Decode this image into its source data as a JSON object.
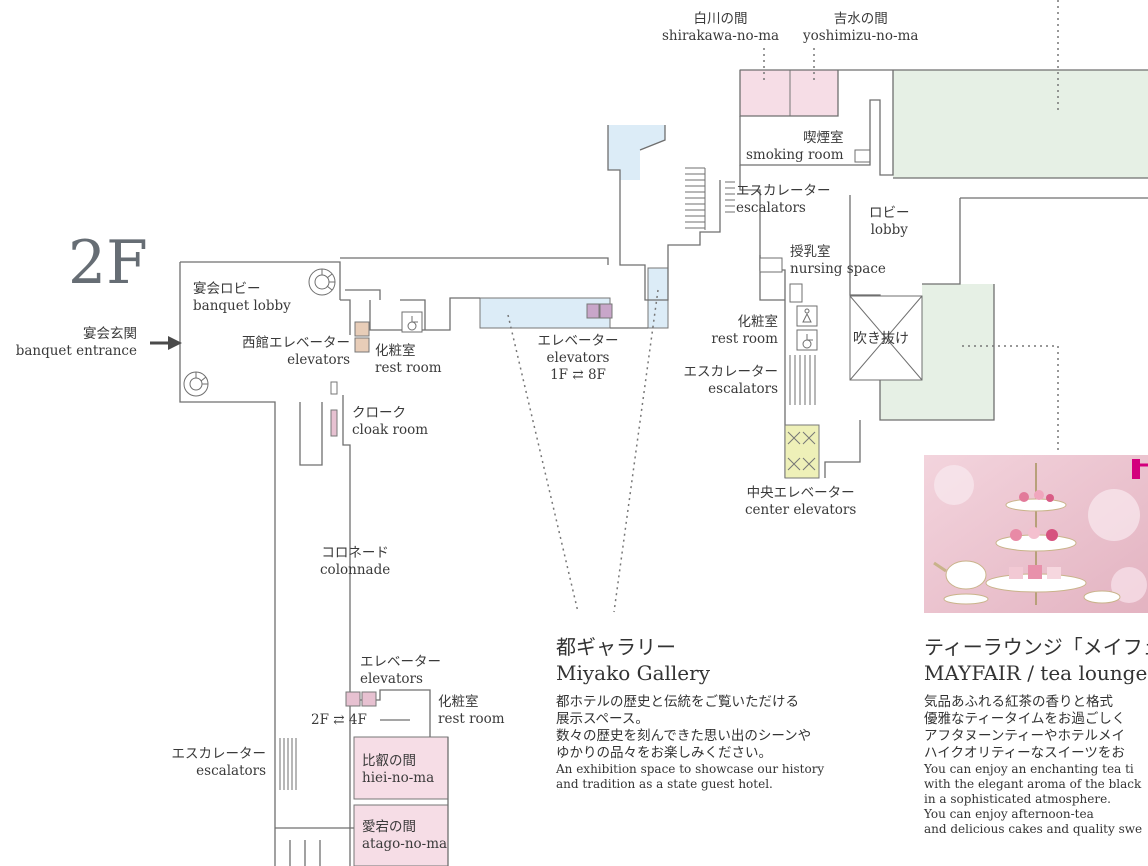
{
  "floor": "2F",
  "labels": {
    "shirakawa": {
      "jp": "白川の間",
      "en": "shirakawa-no-ma"
    },
    "yoshimizu": {
      "jp": "吉水の間",
      "en": "yoshimizu-no-ma"
    },
    "smoking": {
      "jp": "喫煙室",
      "en": "smoking room"
    },
    "escalators_top": {
      "jp": "エスカレーター",
      "en": "escalators"
    },
    "lobby": {
      "jp": "ロビー",
      "en": "lobby"
    },
    "nursing": {
      "jp": "授乳室",
      "en": "nursing space"
    },
    "banquet_lobby": {
      "jp": "宴会ロビー",
      "en": "banquet lobby"
    },
    "banquet_entrance": {
      "jp": "宴会玄関",
      "en": "banquet entrance"
    },
    "west_elevators": {
      "jp": "西館エレベーター",
      "en": "elevators"
    },
    "restroom_left": {
      "jp": "化粧室",
      "en": "rest room"
    },
    "restroom_mid": {
      "jp": "化粧室",
      "en": "rest room"
    },
    "elevators_1f8f": {
      "jp": "エレベーター",
      "en": "elevators",
      "range": "1F ⇄ 8F"
    },
    "escalators_mid": {
      "jp": "エスカレーター",
      "en": "escalators"
    },
    "atrium": {
      "jp": "吹き抜け"
    },
    "cloak": {
      "jp": "クローク",
      "en": "cloak room"
    },
    "center_elevators": {
      "jp": "中央エレベーター",
      "en": "center elevators"
    },
    "colonnade": {
      "jp": "コロネード",
      "en": "colonnade"
    },
    "elevators_2f4f": {
      "jp": "エレベーター",
      "en": "elevators",
      "range": "2F ⇄ 4F"
    },
    "restroom_bottom": {
      "jp": "化粧室",
      "en": "rest room"
    },
    "escalators_bottom": {
      "jp": "エスカレーター",
      "en": "escalators"
    },
    "hiei": {
      "jp": "比叡の間",
      "en": "hiei-no-ma"
    },
    "atago": {
      "jp": "愛宕の間",
      "en": "atago-no-ma"
    }
  },
  "gallery": {
    "title_jp": "都ギャラリー",
    "title_en": "Miyako Gallery",
    "desc_jp": [
      "都ホテルの歴史と伝統をご覧いただける",
      "展示スペース。",
      "数々の歴史を刻んできた思い出のシーンや",
      "ゆかりの品々をお楽しみください。"
    ],
    "desc_en": [
      "An exhibition space to showcase our history",
      "and tradition as a state guest hotel."
    ]
  },
  "lounge": {
    "title_jp": "ティーラウンジ「メイフェ",
    "title_en": "MAYFAIR / tea lounge",
    "desc_jp": [
      "気品あふれる紅茶の香りと格式",
      "優雅なティータイムをお過ごしく",
      "アフタヌーンティーやホテルメイ",
      "ハイクオリティーなスイーツをお"
    ],
    "desc_en": [
      "You can enjoy an enchanting tea ti",
      "with the elegant aroma of the black",
      "in a sophisticated atmosphere.",
      "You can enjoy afternoon-tea",
      "and delicious cakes and quality swe"
    ]
  },
  "colors": {
    "wall": "#6f6f6f",
    "room_pink": "#f6dde6",
    "gallery_blue": "#dcecf7",
    "lobby_green": "#e6f0e5",
    "elevator_pink": "#e7c1d1",
    "elevator_yellow": "#eef0b8",
    "elevator_purple": "#c8a6c9",
    "text": "#3a3a3a"
  }
}
